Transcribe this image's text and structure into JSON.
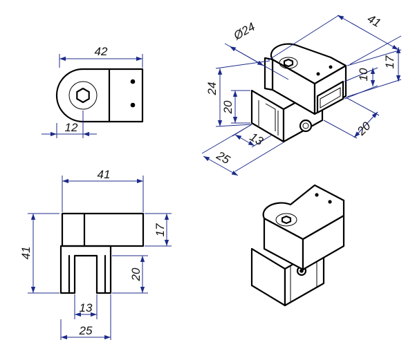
{
  "colors": {
    "object_line": "#000000",
    "dimension_line": "#1c2b8a",
    "background": "#ffffff"
  },
  "views": {
    "top": {
      "dims": {
        "width": "42",
        "center_offset": "12"
      }
    },
    "front": {
      "dims": {
        "width": "41",
        "total_height": "41",
        "upper_height": "17",
        "lower_height": "20",
        "slot_width": "13",
        "base_width": "25"
      }
    },
    "isometric_dimensioned": {
      "dims": {
        "diameter": "Ø24",
        "length": "41",
        "height_17": "17",
        "height_10": "10",
        "height_24": "24",
        "height_20": "20",
        "depth_20": "20",
        "slot_13": "13",
        "base_25": "25"
      }
    },
    "isometric_plain": {
      "icons": [
        "hex-socket-icon",
        "hole-icon"
      ]
    }
  }
}
